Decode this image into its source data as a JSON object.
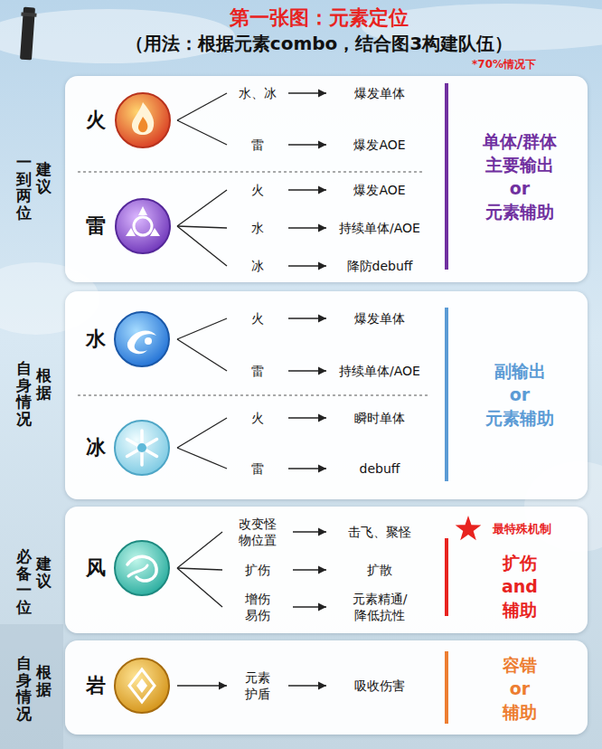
{
  "diagram": {
    "title": "第一张图：元素定位",
    "nodes": [
      {
        "text": [
          "单体/群体 主要输出 or 元素辅助"
        ]
      },
      {
        "text": [
          "火"
        ],
        "in": 0
      },
      {
        "text": [
          "水、冰"
        ],
        "in": 0
      },
      {
        "text": [
          "爆发单体"
        ],
        "in": 0
      },
      {
        "text": [
          "雷"
        ],
        "in": 0
      },
      {
        "text": [
          "爆发AOE"
        ],
        "in": 0
      },
      {
        "text": [
          "雷"
        ],
        "in": 0
      },
      {
        "text": [
          "火"
        ],
        "in": 0
      },
      {
        "text": [
          "爆发AOE"
        ],
        "in": 0
      },
      {
        "text": [
          "水"
        ],
        "in": 0
      },
      {
        "text": [
          "持续单体/AOE"
        ],
        "in": 0
      },
      {
        "text": [
          "冰"
        ],
        "in": 0
      },
      {
        "text": [
          "降防debuff"
        ],
        "in": 0
      },
      {
        "text": [
          "副输出 or 元素辅助"
        ]
      },
      {
        "text": [
          "水"
        ],
        "in": 13
      },
      {
        "text": [
          "火"
        ],
        "in": 13
      },
      {
        "text": [
          "爆发单体"
        ],
        "in": 13
      },
      {
        "text": [
          "雷"
        ],
        "in": 13
      },
      {
        "text": [
          "持续单体/AOE"
        ],
        "in": 13
      },
      {
        "text": [
          "冰"
        ],
        "in": 13
      },
      {
        "text": [
          "火"
        ],
        "in": 13
      },
      {
        "text": [
          "瞬时单体"
        ],
        "in": 13
      },
      {
        "text": [
          "雷"
        ],
        "in": 13
      },
      {
        "text": [
          "debuff"
        ],
        "in": 13
      },
      {
        "text": [
          "扩伤 and 辅助"
        ]
      },
      {
        "text": [
          "风"
        ],
        "in": 24
      },
      {
        "text": [
          "改变怪 物位置"
        ],
        "in": 24
      },
      {
        "text": [
          "击飞、聚怪"
        ],
        "in": 24
      },
      {
        "text": [
          "扩伤"
        ],
        "in": 24
      },
      {
        "text": [
          "扩散"
        ],
        "in": 24
      },
      {
        "text": [
          "增伤 易伤"
        ],
        "in": 24
      },
      {
        "text": [
          "元素精通/ 降低抗性"
        ],
        "in": 24
      },
      {
        "text": [
          "容错 or 辅助"
        ]
      },
      {
        "text": [
          "岩"
        ],
        "in": 32
      },
      {
        "text": [
          "元素 护盾"
        ],
        "in": 32
      },
      {
        "text": [
          "吸收伤害"
        ],
        "in": 32
      }
    ],
    "edges": [
      {
        "from": 1,
        "to": 2,
        "arrow": "none"
      },
      {
        "from": 1,
        "to": 4,
        "arrow": "none"
      },
      {
        "from": 2,
        "to": 3,
        "arrow": "to"
      },
      {
        "from": 4,
        "to": 5,
        "arrow": "to"
      },
      {
        "from": 6,
        "to": 7,
        "arrow": "none"
      },
      {
        "from": 6,
        "to": 9,
        "arrow": "none"
      },
      {
        "from": 6,
        "to": 11,
        "arrow": "none"
      },
      {
        "from": 7,
        "to": 8,
        "arrow": "to"
      },
      {
        "from": 9,
        "to": 10,
        "arrow": "to"
      },
      {
        "from": 11,
        "to": 12,
        "arrow": "to"
      },
      {
        "from": 14,
        "to": 15,
        "arrow": "none"
      },
      {
        "from": 14,
        "to": 17,
        "arrow": "none"
      },
      {
        "from": 15,
        "to": 16,
        "arrow": "to"
      },
      {
        "from": 17,
        "to": 18,
        "arrow": "to"
      },
      {
        "from": 19,
        "to": 20,
        "arrow": "none"
      },
      {
        "from": 19,
        "to": 22,
        "arrow": "none"
      },
      {
        "from": 20,
        "to": 21,
        "arrow": "to"
      },
      {
        "from": 22,
        "to": 23,
        "arrow": "to"
      },
      {
        "from": 25,
        "to": 26,
        "arrow": "none"
      },
      {
        "from": 25,
        "to": 28,
        "arrow": "none"
      },
      {
        "from": 25,
        "to": 30,
        "arrow": "none"
      },
      {
        "from": 26,
        "to": 27,
        "arrow": "to"
      },
      {
        "from": 28,
        "to": 29,
        "arrow": "to"
      },
      {
        "from": 30,
        "to": 31,
        "arrow": "to"
      },
      {
        "from": 33,
        "to": 34,
        "arrow": "to"
      },
      {
        "from": 34,
        "to": 35,
        "arrow": "to"
      }
    ],
    "labels": [
      "（用法：根据元素combo，结合图3构建队伍）",
      "*70%情况下",
      "建议",
      "一到两位",
      "根据",
      "自身情况",
      "最特殊机制",
      "建议",
      "必备一位",
      "根据",
      "自身情况"
    ]
  }
}
